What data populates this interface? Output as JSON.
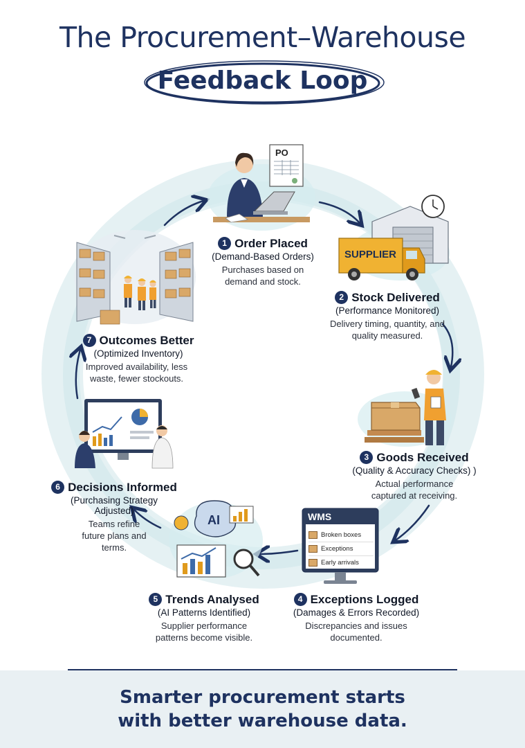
{
  "title": {
    "line1": "The Procurement–Warehouse",
    "line2": "Feedback Loop"
  },
  "steps": [
    {
      "num": "1",
      "title": "Order Placed",
      "subtitle": "(Demand-Based Orders)",
      "desc": "Purchases based on demand and stock."
    },
    {
      "num": "2",
      "title": "Stock Delivered",
      "subtitle": "(Performance Monitored)",
      "desc": "Delivery timing, quantity, and quality measured."
    },
    {
      "num": "3",
      "title": "Goods Received",
      "subtitle": "(Quality & Accuracy Checks) )",
      "desc": "Actual performance captured at receiving."
    },
    {
      "num": "4",
      "title": "Exceptions Logged",
      "subtitle": "(Damages & Errors Recorded)",
      "desc": "Discrepancies and issues documented."
    },
    {
      "num": "5",
      "title": "Trends Analysed",
      "subtitle": "(AI Patterns Identified)",
      "desc": "Supplier performance patterns become visible."
    },
    {
      "num": "6",
      "title": "Decisions Informed",
      "subtitle": "(Purchasing Strategy Adjusted)",
      "desc": "Teams refine future plans and terms."
    },
    {
      "num": "7",
      "title": "Outcomes Better",
      "subtitle": "(Optimized Inventory)",
      "desc": "Improved availability, less waste, fewer stockouts."
    }
  ],
  "illustrations": {
    "po_label": "PO",
    "truck_label": "SUPPLIER",
    "wms": {
      "title": "WMS",
      "items": [
        "Broken boxes",
        "Exceptions",
        "Early arrivals"
      ]
    },
    "ai_label": "AI"
  },
  "footer": {
    "line1": "Smarter procurement starts",
    "line2": "with better warehouse data."
  },
  "colors": {
    "navy": "#1e3260",
    "teal_wash": "#cfe6ea",
    "truck_orange": "#f0b232",
    "box_tan": "#d9a868",
    "footer_bg": "#e9f0f3"
  }
}
